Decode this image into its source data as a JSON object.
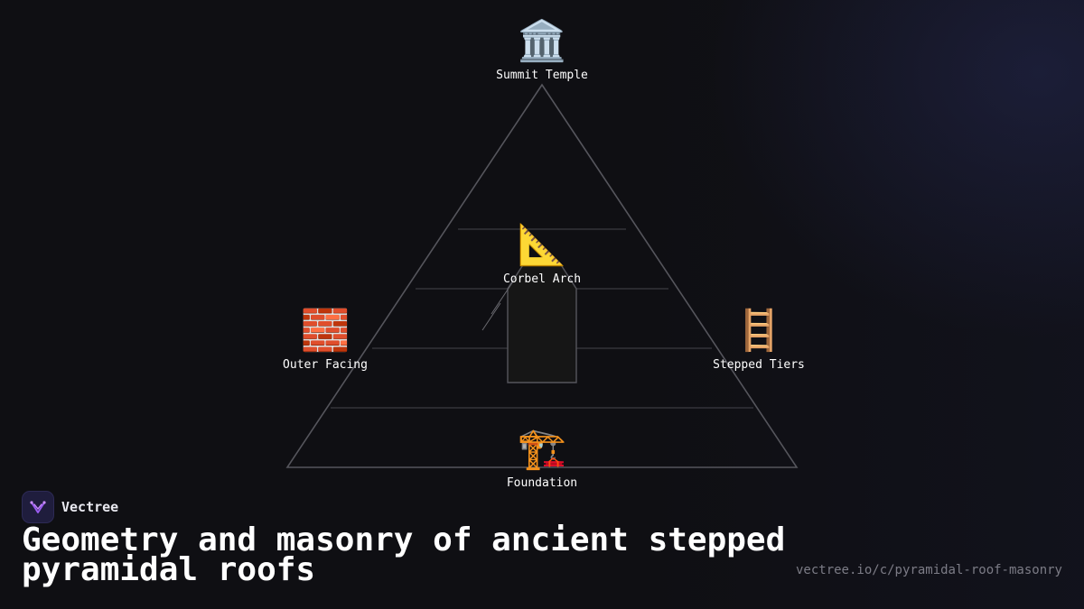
{
  "diagram": {
    "nodes": [
      {
        "id": "summit",
        "label": "Summit Temple",
        "icon": "temple-icon",
        "glyph": "🏛️"
      },
      {
        "id": "corbel",
        "label": "Corbel Arch",
        "icon": "triangular-ruler-icon",
        "glyph": "📐"
      },
      {
        "id": "outer",
        "label": "Outer Facing",
        "icon": "brick-icon",
        "glyph": "🧱"
      },
      {
        "id": "stepped",
        "label": "Stepped Tiers",
        "icon": "ladder-icon",
        "glyph": "🪜"
      },
      {
        "id": "foundation",
        "label": "Foundation",
        "icon": "construction-crane-icon",
        "glyph": "🏗️"
      }
    ]
  },
  "brand": {
    "name": "Vectree",
    "icon": "vectree-logo-icon"
  },
  "title": "Geometry and masonry of ancient stepped pyramidal roofs",
  "url": "vectree.io/c/pyramidal-roof-masonry",
  "colors": {
    "background": "#0f0f13",
    "line": "#55555c",
    "accent": "#9a5cf0"
  }
}
